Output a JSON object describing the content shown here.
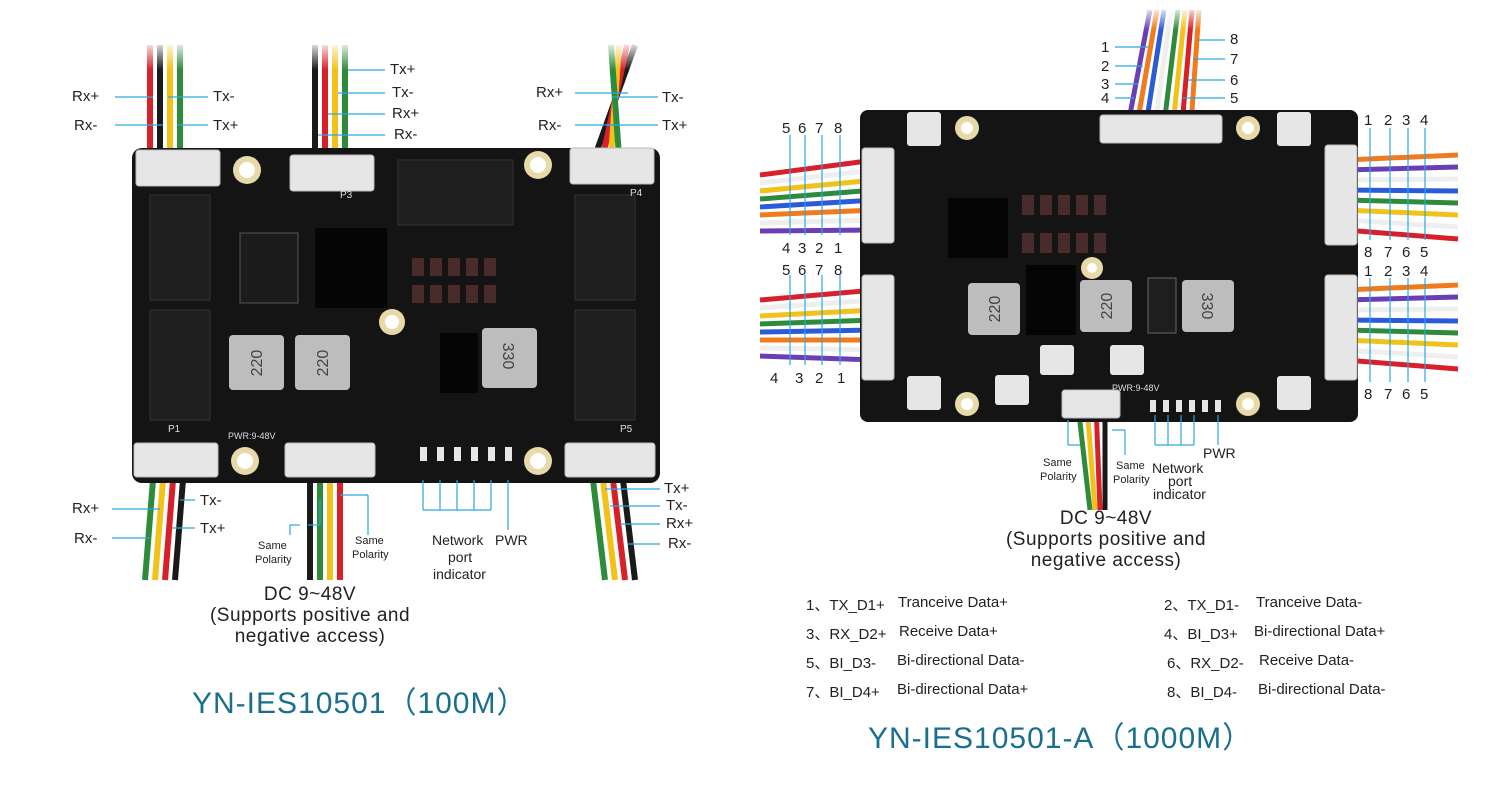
{
  "left_board": {
    "title": "YN-IES10501（100M）",
    "ports": {
      "top_left": {
        "pins": [
          "Rx+",
          "Rx-",
          "Tx-",
          "Tx+"
        ]
      },
      "top_mid": {
        "pins": [
          "Tx+",
          "Tx-",
          "Rx+",
          "Rx-"
        ],
        "silk": "P3"
      },
      "top_right": {
        "pins": [
          "Rx+",
          "Rx-",
          "Tx-",
          "Tx+"
        ],
        "silk": "P4"
      },
      "bottom_left": {
        "pins": [
          "Rx+",
          "Rx-",
          "Tx-",
          "Tx+"
        ],
        "silk": "P1"
      },
      "bottom_right": {
        "pins": [
          "Tx+",
          "Tx-",
          "Rx+",
          "Rx-"
        ],
        "silk": "P5"
      }
    },
    "inductors": [
      "220",
      "220",
      "330"
    ],
    "silk_pwr": "PWR:9-48V",
    "same_polarity_left": [
      "Same",
      "Polarity"
    ],
    "same_polarity_right": [
      "Same",
      "Polarity"
    ],
    "network_indicator": [
      "Network",
      "port",
      "indicator"
    ],
    "pwr": "PWR",
    "dc_lines": [
      "DC 9~48V",
      "(Supports positive and",
      "negative access)"
    ]
  },
  "right_board": {
    "title": "YN-IES10501-A（1000M）",
    "top_pins_left": [
      "1",
      "2",
      "3",
      "4"
    ],
    "top_pins_right": [
      "8",
      "7",
      "6",
      "5"
    ],
    "left_upper_top": [
      "5",
      "6",
      "7",
      "8"
    ],
    "left_upper_bottom": [
      "4",
      "3",
      "2",
      "1"
    ],
    "left_lower_top": [
      "5",
      "6",
      "7",
      "8"
    ],
    "left_lower_bottom": [
      "4",
      "3",
      "2",
      "1"
    ],
    "right_upper_top": [
      "1",
      "2",
      "3",
      "4"
    ],
    "right_upper_bottom": [
      "8",
      "7",
      "6",
      "5"
    ],
    "right_lower_top": [
      "1",
      "2",
      "3",
      "4"
    ],
    "right_lower_bottom": [
      "8",
      "7",
      "6",
      "5"
    ],
    "inductors": [
      "220",
      "220",
      "330"
    ],
    "silk_pwr": "PWR:9-48V",
    "same_polarity_left": [
      "Same",
      "Polarity"
    ],
    "same_polarity_right": [
      "Same",
      "Polarity"
    ],
    "network_indicator": [
      "Network",
      "port",
      "indicator"
    ],
    "pwr": "PWR",
    "dc_lines": [
      "DC 9~48V",
      "(Supports positive and",
      "negative access)"
    ]
  },
  "pin_legend": [
    {
      "num": "1、TX_D1+",
      "desc": "Tranceive Data+"
    },
    {
      "num": "2、TX_D1-",
      "desc": "Tranceive Data-"
    },
    {
      "num": "3、RX_D2+",
      "desc": "Receive Data+"
    },
    {
      "num": "4、BI_D3+",
      "desc": "Bi-directional Data+"
    },
    {
      "num": "5、BI_D3-",
      "desc": "Bi-directional Data-"
    },
    {
      "num": "6、RX_D2-",
      "desc": "Receive Data-"
    },
    {
      "num": "7、BI_D4+",
      "desc": "Bi-directional Data+"
    },
    {
      "num": "8、BI_D4-",
      "desc": "Bi-directional Data-"
    }
  ],
  "colors": {
    "board": "#141414",
    "title": "#1a6e8e",
    "callout": "#2aa7e0",
    "wire_red": "#d8202a",
    "wire_yellow": "#f2c21a",
    "wire_green": "#2e8b3c",
    "wire_black": "#1a1a1a",
    "wire_blue": "#2b5bd6",
    "wire_orange": "#f07a1c",
    "wire_purple": "#6a3fb5",
    "wire_white": "#eeeeee"
  }
}
